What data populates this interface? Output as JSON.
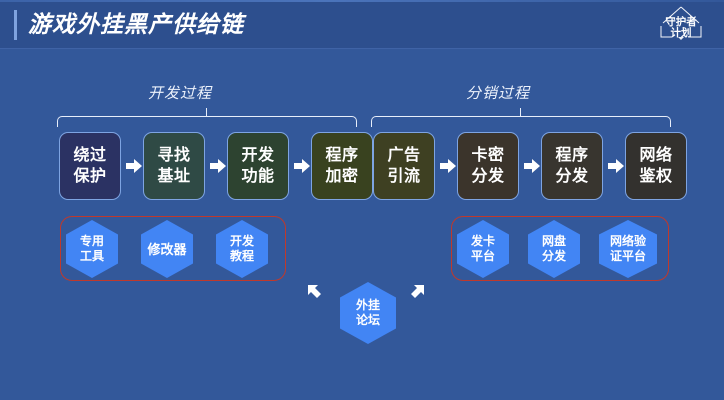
{
  "header": {
    "title": "游戏外挂黑产供给链",
    "logo_line1": "守护者",
    "logo_line2": "计划"
  },
  "phases": [
    {
      "id": "development",
      "label": "开发过程"
    },
    {
      "id": "distribution",
      "label": "分销过程"
    }
  ],
  "stages": [
    {
      "id": "bypass-protection",
      "line1": "绕过",
      "line2": "保护",
      "color": "#2b3263"
    },
    {
      "id": "find-base-address",
      "line1": "寻找",
      "line2": "基址",
      "color": "#2f4a45"
    },
    {
      "id": "develop-features",
      "line1": "开发",
      "line2": "功能",
      "color": "#2d4330"
    },
    {
      "id": "program-encryption",
      "line1": "程序",
      "line2": "加密",
      "color": "#39421f"
    },
    {
      "id": "ad-traffic",
      "line1": "广告",
      "line2": "引流",
      "color": "#3e4022"
    },
    {
      "id": "card-key-distribution",
      "line1": "卡密",
      "line2": "分发",
      "color": "#3b342b"
    },
    {
      "id": "program-distribution",
      "line1": "程序",
      "line2": "分发",
      "color": "#38352f"
    },
    {
      "id": "network-authorization",
      "line1": "网络",
      "line2": "鉴权",
      "color": "#33312e"
    }
  ],
  "supply_groups": [
    {
      "id": "development-tools",
      "items": [
        {
          "id": "dedicated-tools",
          "line1": "专用",
          "line2": "工具"
        },
        {
          "id": "trainer",
          "line1": "修改器",
          "line2": ""
        },
        {
          "id": "development-tutorial",
          "line1": "开发",
          "line2": "教程"
        }
      ]
    },
    {
      "id": "distribution-platforms",
      "items": [
        {
          "id": "card-selling-platform",
          "line1": "发卡",
          "line2": "平台"
        },
        {
          "id": "netdisk-distribution",
          "line1": "网盘",
          "line2": "分发"
        },
        {
          "id": "network-verification-platform",
          "line1": "网络验",
          "line2": "证平台"
        }
      ]
    }
  ],
  "forum": {
    "id": "cheat-forum",
    "line1": "外挂",
    "line2": "论坛"
  },
  "colors": {
    "background": "#33589a",
    "header": "#2d4f8e",
    "hex": "#4285f4",
    "group_outline": "#c0392b",
    "stroke": "#7ea4e2"
  }
}
